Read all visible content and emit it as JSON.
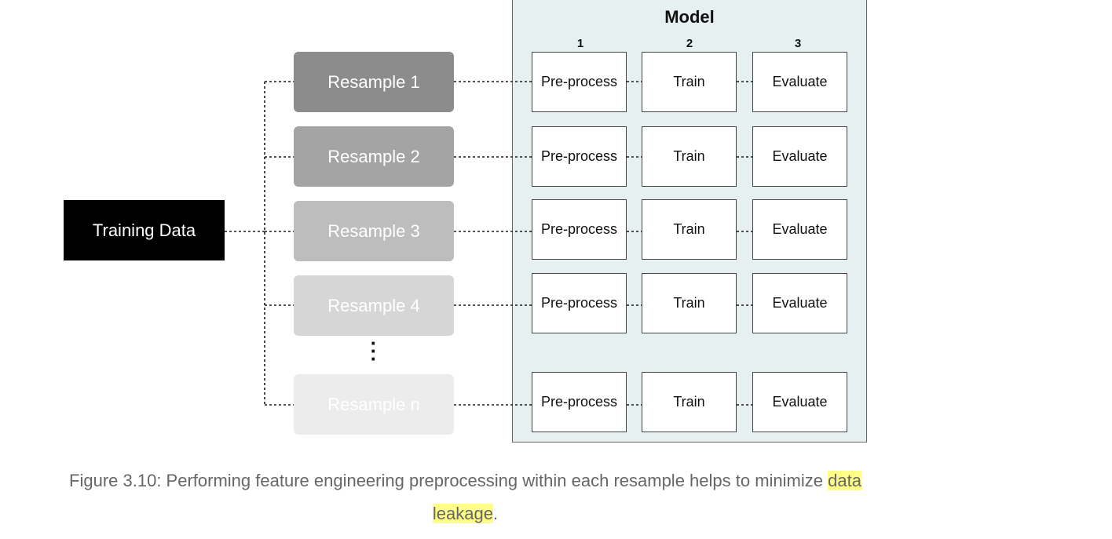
{
  "training_data": "Training Data",
  "resamples": [
    {
      "label": "Resample 1",
      "color": "#8c8c8c",
      "text_color": "#ffffff"
    },
    {
      "label": "Resample 2",
      "color": "#a4a4a4",
      "text_color": "#ffffff"
    },
    {
      "label": "Resample 3",
      "color": "#bdbdbd",
      "text_color": "#ffffff"
    },
    {
      "label": "Resample 4",
      "color": "#d6d6d6",
      "text_color": "#ffffff"
    },
    {
      "label": "Resample n",
      "color": "#ececec",
      "text_color": "#ffffff"
    }
  ],
  "model": {
    "title": "Model",
    "columns": [
      "1",
      "2",
      "3"
    ],
    "steps": [
      "Pre-process",
      "Train",
      "Evaluate"
    ]
  },
  "caption": {
    "text": "Figure 3.10: Performing feature engineering preprocessing within each resample helps to minimize ",
    "highlight_1": "data",
    "highlight_2": "leakage",
    "end": "."
  }
}
